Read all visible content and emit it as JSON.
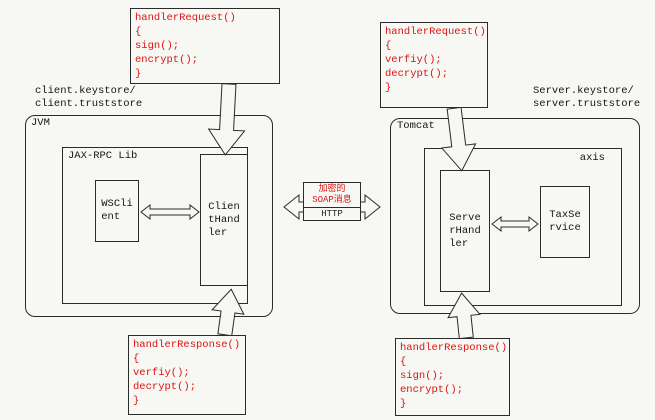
{
  "colors": {
    "accent_red": "#de1312",
    "line": "#2b2b2b",
    "background": "#f7f7f4"
  },
  "client": {
    "top_code": "handlerRequest()\n{\nsign();\nencrypt();\n}",
    "keystore_label": "client.keystore/\nclient.truststore",
    "container_label": "JVM",
    "lib_label": "JAX-RPC Lib",
    "ws_client_label": "WSCli\nent",
    "handler_label": "Clien\ntHand\nler",
    "bottom_code": "handlerResponse()\n{\nverfiy();\ndecrypt();\n}"
  },
  "channel": {
    "soap_label": "加密的\nSOAP消息",
    "http_label": "HTTP"
  },
  "server": {
    "top_code": "handlerRequest()\n{\nverfiy();\ndecrypt();\n}",
    "keystore_label": "Server.keystore/\nserver.truststore",
    "container_label": "Tomcat",
    "lib_label": "axis",
    "handler_label": "Serve\nrHand\nler",
    "service_label": "TaxSe\nrvice",
    "bottom_code": "handlerResponse()\n{\nsign();\nencrypt();\n}"
  }
}
